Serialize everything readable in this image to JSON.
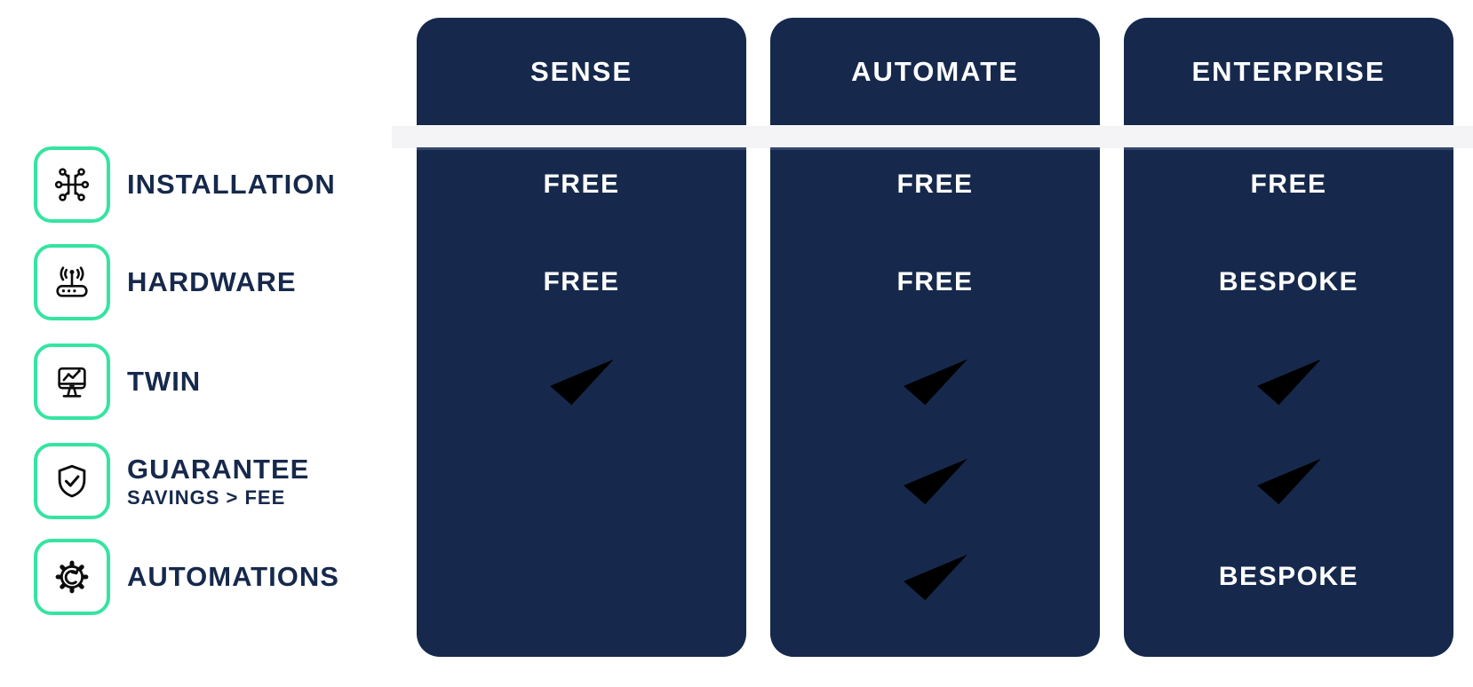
{
  "colors": {
    "navy": "#16294C",
    "green": "#35E4A1",
    "band": "#F4F4F6",
    "ink": "#0C0C0C",
    "white": "#FFFFFF"
  },
  "features": [
    {
      "label": "INSTALLATION",
      "icon": "circuit-icon"
    },
    {
      "label": "HARDWARE",
      "icon": "router-icon"
    },
    {
      "label": "TWIN",
      "icon": "monitor-chart-icon"
    },
    {
      "label": "GUARANTEE",
      "sublabel": "SAVINGS > FEE",
      "icon": "shield-check-icon"
    },
    {
      "label": "AUTOMATIONS",
      "icon": "gear-sync-icon"
    }
  ],
  "plans": [
    {
      "name": "SENSE",
      "cells": [
        {
          "type": "text",
          "value": "FREE"
        },
        {
          "type": "text",
          "value": "FREE"
        },
        {
          "type": "check-icon"
        },
        {
          "type": "cross-icon"
        },
        {
          "type": "cross-icon"
        }
      ]
    },
    {
      "name": "AUTOMATE",
      "cells": [
        {
          "type": "text",
          "value": "FREE"
        },
        {
          "type": "text",
          "value": "FREE"
        },
        {
          "type": "check-icon"
        },
        {
          "type": "check-icon"
        },
        {
          "type": "check-icon"
        }
      ]
    },
    {
      "name": "ENTERPRISE",
      "cells": [
        {
          "type": "text",
          "value": "FREE"
        },
        {
          "type": "text",
          "value": "BESPOKE"
        },
        {
          "type": "check-icon"
        },
        {
          "type": "check-icon"
        },
        {
          "type": "text",
          "value": "BESPOKE"
        }
      ]
    }
  ]
}
